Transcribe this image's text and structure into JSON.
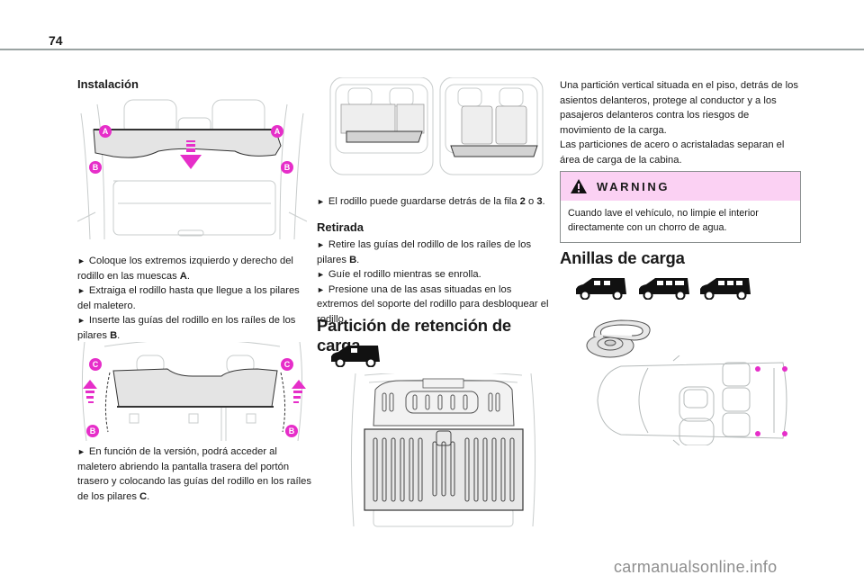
{
  "page": {
    "number": "74"
  },
  "colors": {
    "accent_magenta": "#e62ec9",
    "warning_bg": "#fbd1f3",
    "rule": "#9aa3a2"
  },
  "col1": {
    "heading": "Instalación",
    "fig1_labels": {
      "a": "A",
      "b": "B"
    },
    "steps1": [
      {
        "pre": "Coloque los extremos izquierdo y derecho del rodillo en las muescas ",
        "bold": "A",
        "post": "."
      },
      {
        "pre": "Extraiga el rodillo hasta que llegue a los pilares del maletero.",
        "bold": "",
        "post": ""
      },
      {
        "pre": "Inserte las guías del rodillo en los raíles de los pilares ",
        "bold": "B",
        "post": "."
      }
    ],
    "fig2_labels": {
      "c": "C",
      "b": "B"
    },
    "steps2": [
      {
        "pre": "En función de la versión, podrá acceder al maletero abriendo la pantalla trasera del portón trasero y colocando las guías del rodillo en los raíles de los pilares ",
        "bold": "C",
        "post": "."
      }
    ]
  },
  "col2": {
    "step_store": {
      "pre": "El rodillo puede guardarse detrás de la fila ",
      "bold1": "2",
      "mid": " o ",
      "bold2": "3",
      "post": "."
    },
    "removal_heading": "Retirada",
    "removal_steps": [
      {
        "pre": "Retire las guías del rodillo de los raíles de los pilares ",
        "bold": "B",
        "post": "."
      },
      {
        "pre": "Guíe el rodillo mientras se enrolla.",
        "bold": "",
        "post": ""
      },
      {
        "pre": "Presione una de las asas situadas en los extremos del soporte del rodillo para desbloquear el rodillo.",
        "bold": "",
        "post": ""
      }
    ],
    "partition_heading": "Partición de retención de carga",
    "vehicle_icon": "van-icon"
  },
  "col3": {
    "para1": "Una partición vertical situada en el piso, detrás de los asientos delanteros, protege al conductor y a los pasajeros delanteros contra los riesgos de movimiento de la carga.",
    "para2": "Las particiones de acero o acristaladas separan el área de carga de la cabina.",
    "warning": {
      "icon": "warning-triangle-icon",
      "title": "WARNING",
      "body": "Cuando lave el vehículo, no limpie el interior directamente con un chorro de agua."
    },
    "rings_heading": "Anillas de carga",
    "vehicle_icons": [
      "van-2-seat-icon",
      "van-5-seat-icon",
      "van-7-seat-icon"
    ]
  },
  "watermark": "carmanualsonline.info"
}
